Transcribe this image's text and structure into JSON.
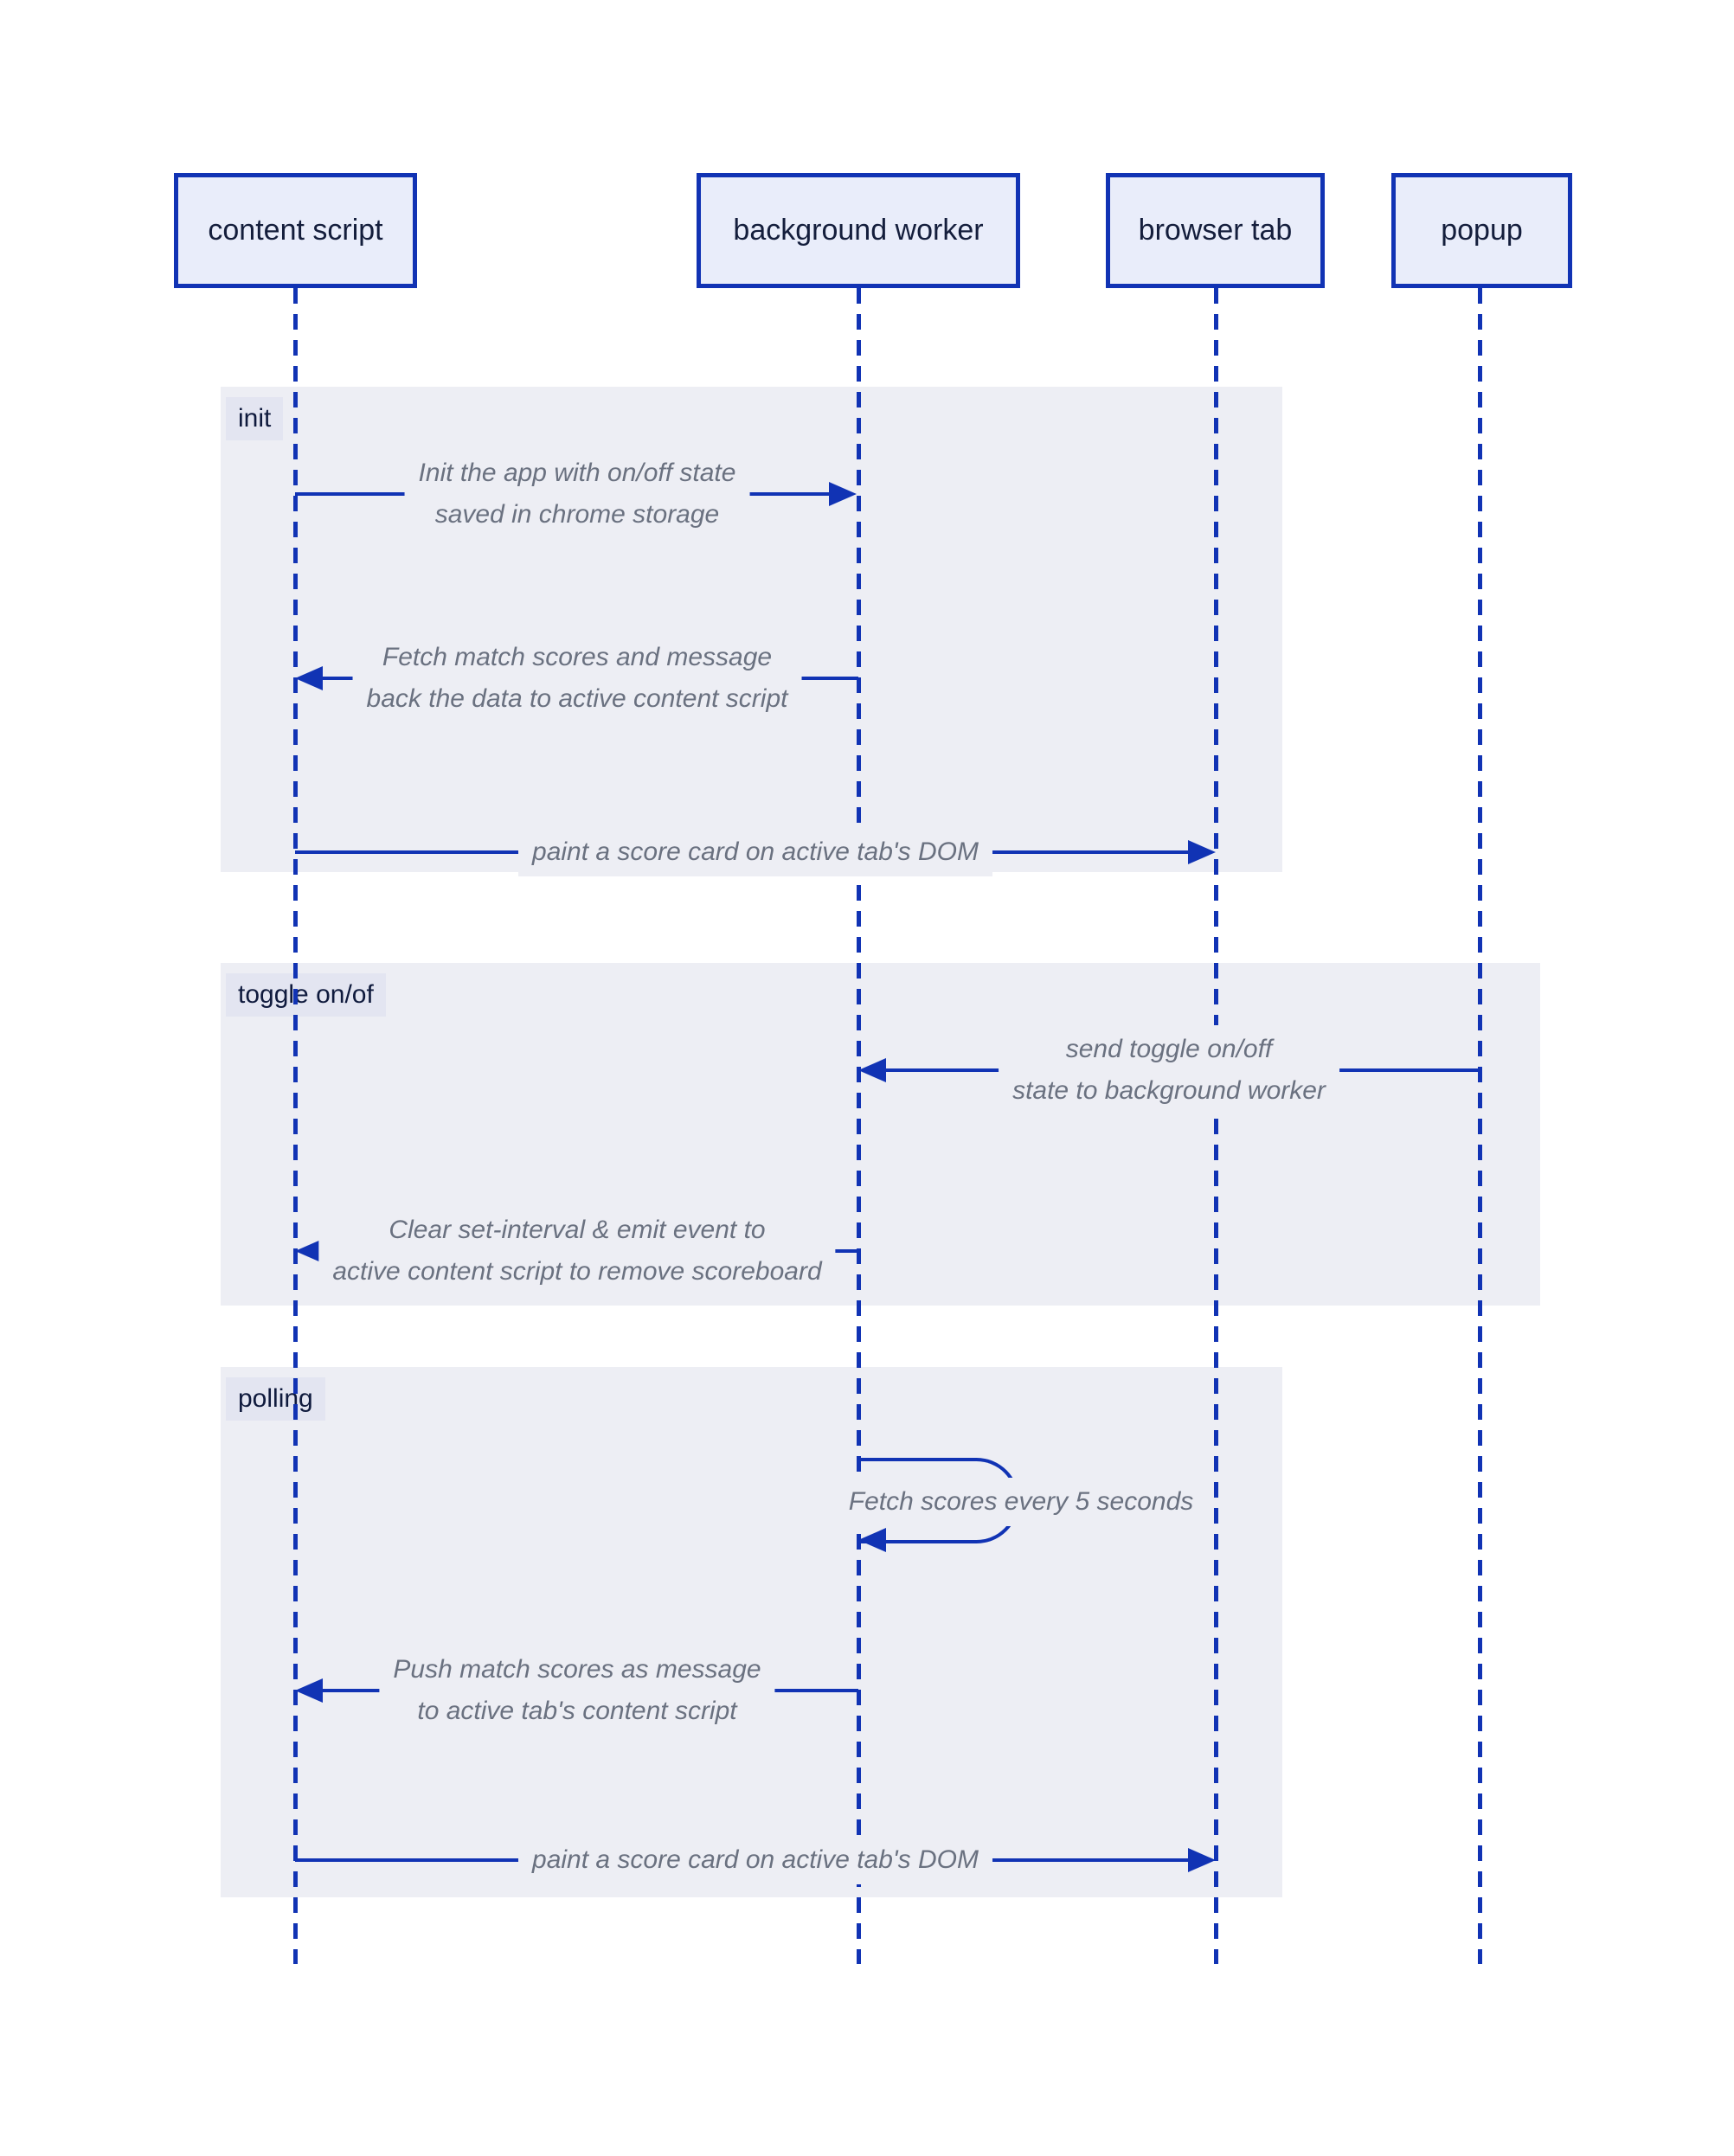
{
  "colors": {
    "accent_blue": "#1133b4",
    "participant_fill": "#e9edfa",
    "participant_text": "#141e3c",
    "frame_fill": "#edeef4",
    "frame_label_fill": "#e3e5f1",
    "frame_label_text": "#0f1a3d",
    "message_text": "#6a7180",
    "page_background": "#ffffff"
  },
  "participants": [
    {
      "label": "content script"
    },
    {
      "label": "background worker"
    },
    {
      "label": "browser tab"
    },
    {
      "label": "popup"
    }
  ],
  "frames": [
    {
      "label": "init"
    },
    {
      "label": "toggle on/of"
    },
    {
      "label": "polling"
    }
  ],
  "messages": [
    {
      "from": "content script",
      "to": "background worker",
      "style": "solid-arrow",
      "line1": "Init the app with on/off state",
      "line2": "saved in chrome storage"
    },
    {
      "from": "background worker",
      "to": "content script",
      "style": "solid-arrow",
      "line1": "Fetch match scores and message",
      "line2": "back the data to active content script"
    },
    {
      "from": "content script",
      "to": "browser tab",
      "style": "solid-arrow",
      "line1": "paint a score card on active tab's DOM"
    },
    {
      "from": "popup",
      "to": "background worker",
      "style": "solid-arrow",
      "line1": "send toggle on/off",
      "line2": "state to background worker"
    },
    {
      "from": "background worker",
      "to": "content script",
      "style": "solid-arrow",
      "line1": "Clear set-interval & emit event to",
      "line2": "active content script to remove scoreboard"
    },
    {
      "from": "background worker",
      "to": "background worker",
      "style": "self-loop",
      "line1": "Fetch scores every 5 seconds"
    },
    {
      "from": "background worker",
      "to": "content script",
      "style": "solid-arrow",
      "line1": "Push match scores as message",
      "line2": "to active tab's content script"
    },
    {
      "from": "content script",
      "to": "browser tab",
      "style": "solid-arrow",
      "line1": "paint a score card on active tab's DOM"
    }
  ]
}
